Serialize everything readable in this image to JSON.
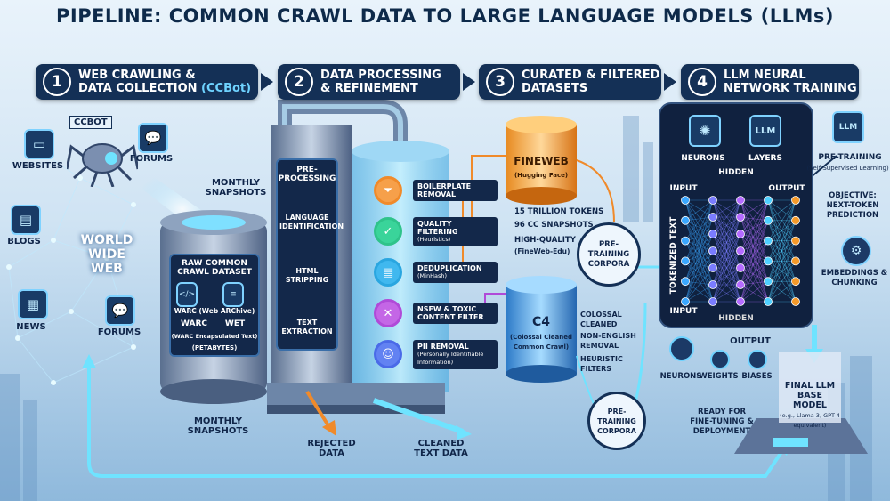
{
  "title": "PIPELINE: COMMON CRAWL DATA TO LARGE LANGUAGE MODELS (LLMs)",
  "steps": [
    {
      "num": "1",
      "line1": "WEB CRAWLING &",
      "line2": "DATA COLLECTION",
      "accent": "(CCBot)"
    },
    {
      "num": "2",
      "line1": "DATA PROCESSING",
      "line2": "& REFINEMENT"
    },
    {
      "num": "3",
      "line1": "CURATED & FILTERED",
      "line2": "DATASETS"
    },
    {
      "num": "4",
      "line1": "LLM NEURAL",
      "line2": "NETWORK TRAINING"
    }
  ],
  "web": {
    "ccbot": "CCBOT",
    "sources": [
      "WEBSITES",
      "FORUMS",
      "BLOGS",
      "NEWS",
      "FORUMS"
    ],
    "world_wide_web": "WORLD WIDE WEB"
  },
  "raw": {
    "monthly_snapshots_top": "MONTHLY SNAPSHOTS",
    "title": "RAW COMMON CRAWL DATASET",
    "warc": "WARC (Web ARChive)",
    "warc2": "WARC",
    "wet": "WET",
    "wet_desc": "(WARC Encapsulated Text)",
    "size": "(PETABYTES)",
    "monthly_snapshots_bottom": "MONTHLY SNAPSHOTS"
  },
  "preprocessing": {
    "title": "PRE-PROCESSING",
    "items": [
      "LANGUAGE IDENTIFICATION",
      "HTML STRIPPING",
      "TEXT EXTRACTION"
    ]
  },
  "filters": [
    {
      "label": "BOILERPLATE REMOVAL",
      "sub": "",
      "color": "#f08a2a",
      "icon": "funnel-icon",
      "glyph": "⏷"
    },
    {
      "label": "QUALITY FILTERING",
      "sub": "(Heuristics)",
      "color": "#2fc38a",
      "icon": "shield-check-icon",
      "glyph": "✓"
    },
    {
      "label": "DEDUPLICATION",
      "sub": "(MinHash)",
      "color": "#2aa6e0",
      "icon": "document-icon",
      "glyph": "▤"
    },
    {
      "label": "NSFW & TOXIC CONTENT FILTER",
      "sub": "",
      "color": "#b04ad8",
      "icon": "x-icon",
      "glyph": "✕"
    },
    {
      "label": "PII REMOVAL",
      "sub": "(Personally Identifiable Information)",
      "color": "#4a6ae8",
      "icon": "person-icon",
      "glyph": "☺"
    }
  ],
  "outputs": {
    "rejected": "REJECTED DATA",
    "cleaned": "CLEANED TEXT DATA"
  },
  "fineweb": {
    "name": "FINEWEB",
    "sub": "(Hugging Face)",
    "stats": [
      "15 TRILLION TOKENS",
      "96 CC SNAPSHOTS",
      "HIGH-QUALITY",
      "(FineWeb-Edu)"
    ]
  },
  "c4": {
    "name": "C4",
    "sub": "(Colossal Cleaned Common Crawl)",
    "notes": [
      "COLOSSAL CLEANED",
      "NON-ENGLISH REMOVAL",
      "HEURISTIC FILTERS"
    ]
  },
  "corpora": [
    "PRE-TRAINING CORPORA",
    "PRE-TRAINING CORPORA"
  ],
  "nn": {
    "top_labels": [
      "NEURONS",
      "LAYERS"
    ],
    "input": "INPUT",
    "hidden": "HIDDEN",
    "output": "OUTPUT",
    "tokenized": "TOKENIZED TEXT",
    "bottom_labels": [
      "NEURONS",
      "WEIGHTS",
      "BIASES"
    ],
    "llm_badge": "LLM"
  },
  "right": {
    "pretraining": "PRE-TRAINING",
    "pretraining_sub": "(Self-Supervised Learning)",
    "objective": "OBJECTIVE: NEXT-TOKEN PREDICTION",
    "embeddings": "EMBEDDINGS & CHUNKING"
  },
  "final": {
    "title": "FINAL LLM BASE MODEL",
    "sub": "(e.g., Llama 3, GPT-4 equivalent)",
    "ready": "READY FOR FINE-TUNING & DEPLOYMENT"
  }
}
